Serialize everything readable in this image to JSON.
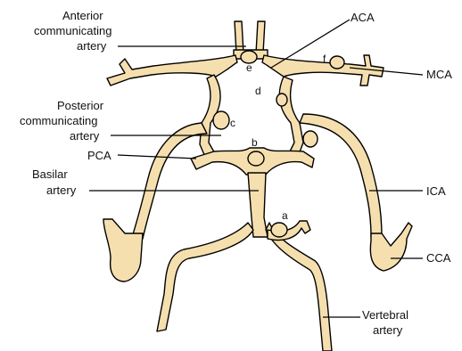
{
  "labels": {
    "acom_1": "Anterior",
    "acom_2": "communicating",
    "acom_3": "artery",
    "aca": "ACA",
    "mca": "MCA",
    "pcom_1": "Posterior",
    "pcom_2": "communicating",
    "pcom_3": "artery",
    "pca": "PCA",
    "basilar_1": "Basilar",
    "basilar_2": "artery",
    "ica": "ICA",
    "cca": "CCA",
    "vertebral_1": "Vertebral",
    "vertebral_2": "artery"
  },
  "markers": {
    "a": "a",
    "b": "b",
    "c": "c",
    "d": "d",
    "e": "e",
    "f": "f"
  },
  "colors": {
    "vessel_fill": "#f6dfae",
    "outline": "#000000"
  }
}
